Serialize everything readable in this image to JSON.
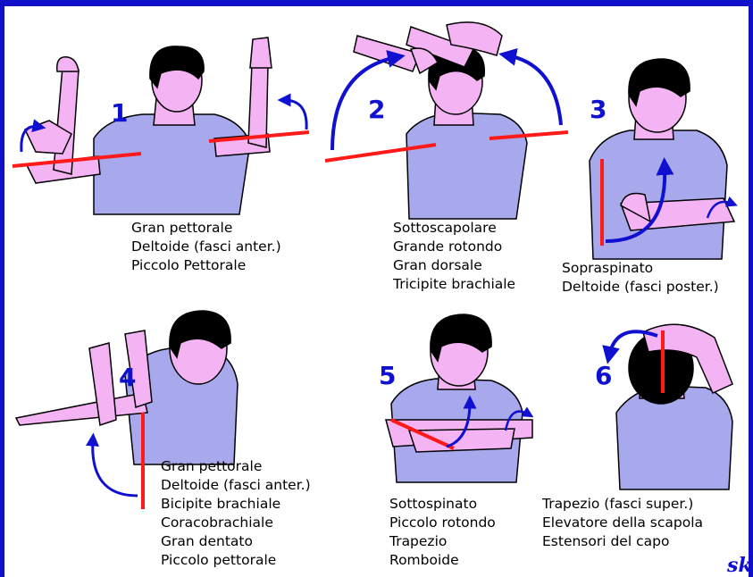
{
  "colors": {
    "frame": "#1010c8",
    "skin": "#f4b4f4",
    "shirt": "#a8a8ec",
    "hair": "#000000",
    "arrow": "#1010d0",
    "line": "#ff1a1a"
  },
  "signature": "sk",
  "panels": [
    {
      "number": "1",
      "muscles": [
        "Gran pettorale",
        "Deltoide (fasci anter.)",
        "Piccolo Pettorale"
      ]
    },
    {
      "number": "2",
      "muscles": [
        "Sottoscapolare",
        "Grande rotondo",
        "Gran dorsale",
        "Tricipite brachiale"
      ]
    },
    {
      "number": "3",
      "muscles": [
        "Sopraspinato",
        "Deltoide (fasci poster.)"
      ]
    },
    {
      "number": "4",
      "muscles": [
        "Gran pettorale",
        "Deltoide (fasci anter.)",
        "Bicipite brachiale",
        "Coracobrachiale",
        "Gran dentato",
        "Piccolo pettorale"
      ]
    },
    {
      "number": "5",
      "muscles": [
        "Sottospinato",
        "Piccolo rotondo",
        "Trapezio",
        "Romboide"
      ]
    },
    {
      "number": "6",
      "muscles": [
        "Trapezio (fasci super.)",
        "Elevatore della scapola",
        "Estensori del capo"
      ]
    }
  ]
}
